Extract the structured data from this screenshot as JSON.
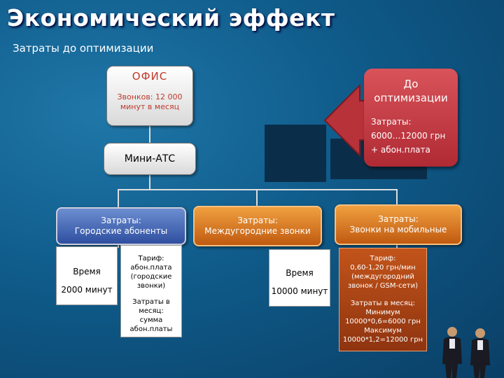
{
  "title": "Экономический эффект",
  "subtitle": "Затраты до оптимизации",
  "office": {
    "title": "ОФИС",
    "calls_line1": "Звонков: 12 000",
    "calls_line2": "минут в месяц"
  },
  "pbx": {
    "label": "Мини-АТС"
  },
  "before": {
    "title_line1": "До",
    "title_line2": "оптимизации",
    "cost_line1": "Затраты:",
    "cost_line2": "6000…12000 грн",
    "cost_line3": "+ абон.плата"
  },
  "columns": {
    "city": {
      "header_line1": "Затраты:",
      "header_line2": "Городские абоненты",
      "time_label": "Время",
      "time_value": "2000 минут",
      "tariff_line1": "Тариф:",
      "tariff_line2": "абон.плата",
      "tariff_line3": "(городские",
      "tariff_line4": "звонки)",
      "monthly_line1": "Затраты в месяц:",
      "monthly_line2": "сумма",
      "monthly_line3": "абон.платы"
    },
    "long_distance": {
      "header_line1": "Затраты:",
      "header_line2": "Междугородние звонки",
      "time_label": "Время",
      "time_value": "10000 минут"
    },
    "mobile": {
      "header_line1": "Затраты:",
      "header_line2": "Звонки на мобильные",
      "tariff_line1": "Тариф:",
      "tariff_line2": "0,60-1,20 грн/мин",
      "tariff_line3": "(междугородний",
      "tariff_line4": "звонок / GSM-сети)",
      "monthly_line1": "Затраты в месяц:",
      "monthly_line2": "Минимум",
      "monthly_line3": "10000*0,6=6000 грн",
      "monthly_line4": "Максимум",
      "monthly_line5": "10000*1,2=12000 грн"
    }
  },
  "colors": {
    "background": "#0f5b8a",
    "accent_red": "#b02a34",
    "accent_orange": "#c05a10",
    "accent_blue": "#2f4fa0"
  }
}
